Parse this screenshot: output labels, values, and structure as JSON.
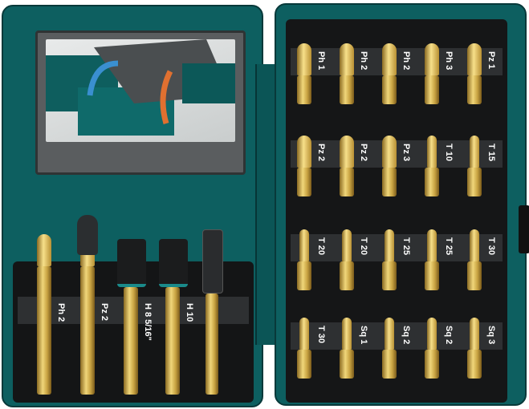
{
  "colors": {
    "case": "#0d5f60",
    "insert": "#151617",
    "bit": "#e6c766"
  },
  "right_panel": {
    "rows": [
      [
        "Ph 1",
        "Ph 2",
        "Ph 2",
        "Ph 3",
        "Pz 1"
      ],
      [
        "Pz 2",
        "Pz 2",
        "Pz 3",
        "T 10",
        "T 15"
      ],
      [
        "T 20",
        "T 20",
        "T 25",
        "T 25",
        "T 30"
      ],
      [
        "T 30",
        "Sq 1",
        "Sq 2",
        "Sq 2",
        "Sq 3"
      ]
    ]
  },
  "left_panel": {
    "bits": [
      {
        "label": "Ph 2",
        "type": "double"
      },
      {
        "label": "Pz 2",
        "type": "double"
      },
      {
        "label": "H 8\n5/16\"",
        "type": "nutsetter"
      },
      {
        "label": "H 10",
        "type": "nutsetter"
      },
      {
        "label": "",
        "type": "holder"
      }
    ]
  }
}
